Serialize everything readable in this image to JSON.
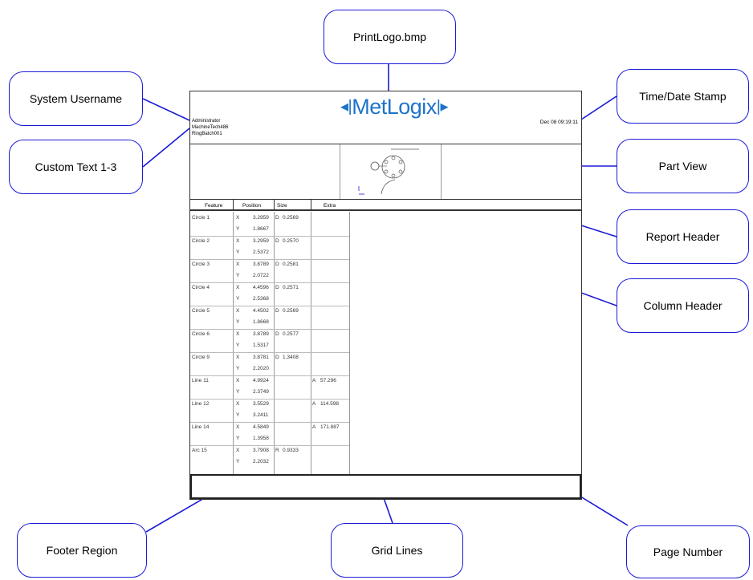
{
  "callouts": {
    "print_logo": "PrintLogo.bmp",
    "system_username": "System Username",
    "custom_text": "Custom Text 1-3",
    "time_date_stamp": "Time/Date Stamp",
    "part_view": "Part View",
    "report_header": "Report Header",
    "column_header": "Column Header",
    "footer_region": "Footer Region",
    "grid_lines": "Grid Lines",
    "page_number": "Page Number"
  },
  "report": {
    "username": "Administrator",
    "custom_text_1": "MachineTech486",
    "custom_text_2": "RingBatch001",
    "logo_text": "MetLogix",
    "timestamp": "Dec 08 09:19:11",
    "columns": [
      "Feature",
      "Position",
      "Size",
      "Extra"
    ],
    "rows": [
      {
        "feature": "Circle 1",
        "axis": [
          "X",
          "Y"
        ],
        "pos": [
          "3.2959",
          "1.8667"
        ],
        "sym": "D",
        "size": "0.2569",
        "extra_sym": "",
        "extra": ""
      },
      {
        "feature": "Circle 2",
        "axis": [
          "X",
          "Y"
        ],
        "pos": [
          "3.2959",
          "2.5372"
        ],
        "sym": "D",
        "size": "0.2570",
        "extra_sym": "",
        "extra": ""
      },
      {
        "feature": "Circle 3",
        "axis": [
          "X",
          "Y"
        ],
        "pos": [
          "3.8789",
          "2.0722"
        ],
        "sym": "D",
        "size": "0.2581",
        "extra_sym": "",
        "extra": ""
      },
      {
        "feature": "Circle 4",
        "axis": [
          "X",
          "Y"
        ],
        "pos": [
          "4.4596",
          "2.5368"
        ],
        "sym": "D",
        "size": "0.2571",
        "extra_sym": "",
        "extra": ""
      },
      {
        "feature": "Circle 5",
        "axis": [
          "X",
          "Y"
        ],
        "pos": [
          "4.4502",
          "1.8668"
        ],
        "sym": "D",
        "size": "0.2569",
        "extra_sym": "",
        "extra": ""
      },
      {
        "feature": "Circle 6",
        "axis": [
          "X",
          "Y"
        ],
        "pos": [
          "3.8789",
          "1.5317"
        ],
        "sym": "D",
        "size": "0.2577",
        "extra_sym": "",
        "extra": ""
      },
      {
        "feature": "Circle 9",
        "axis": [
          "X",
          "Y"
        ],
        "pos": [
          "3.8781",
          "2.2020"
        ],
        "sym": "D",
        "size": "1.3408",
        "extra_sym": "",
        "extra": ""
      },
      {
        "feature": "Line 11",
        "axis": [
          "X",
          "Y"
        ],
        "pos": [
          "4.9924",
          "2.3749"
        ],
        "sym": "",
        "size": "",
        "extra_sym": "A",
        "extra": "57.296"
      },
      {
        "feature": "Line 12",
        "axis": [
          "X",
          "Y"
        ],
        "pos": [
          "3.5529",
          "3.2411"
        ],
        "sym": "",
        "size": "",
        "extra_sym": "A",
        "extra": "114.598"
      },
      {
        "feature": "Line 14",
        "axis": [
          "X",
          "Y"
        ],
        "pos": [
          "4.5849",
          "1.3958"
        ],
        "sym": "",
        "size": "",
        "extra_sym": "A",
        "extra": "171.887"
      },
      {
        "feature": "Arc 15",
        "axis": [
          "X",
          "Y"
        ],
        "pos": [
          "3.7908",
          "2.2032"
        ],
        "sym": "R",
        "size": "0.9333",
        "extra_sym": "",
        "extra": ""
      }
    ]
  },
  "colors": {
    "callout_border": "#1a1ad6",
    "connector": "#1a1ad6",
    "logo": "#1e73c8"
  }
}
